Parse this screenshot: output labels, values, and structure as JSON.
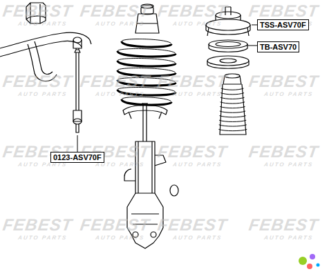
{
  "diagram": {
    "nodes": [
      {
        "text": [
          "TSS-ASV70F"
        ]
      },
      {
        "text": [
          "TB-ASV70"
        ]
      },
      {
        "text": [
          "0123-ASV70F"
        ]
      }
    ],
    "labels": [
      "FEBEST",
      "AUTO PARTS",
      "FEBEST",
      "AUTO PARTS",
      "FEBEST",
      "AUTO PARTS",
      "FEBEST",
      "AUTO PARTS",
      "FEBEST",
      "AUTO PARTS",
      "FEBEST",
      "AUTO PARTS",
      "FEBEST",
      "AUTO PARTS",
      "FEBEST",
      "AUTO PARTS",
      "FEBEST",
      "AUTO PARTS",
      "FEBEST",
      "AUTO PARTS",
      "FEBEST",
      "AUTO PARTS",
      "FEBEST",
      "AUTO PARTS",
      "FEBEST",
      "AUTO PARTS",
      "FEBEST",
      "AUTO PARTS",
      "FEBEST",
      "AUTO PARTS",
      "FEBEST",
      "AUTO PARTS"
    ]
  }
}
